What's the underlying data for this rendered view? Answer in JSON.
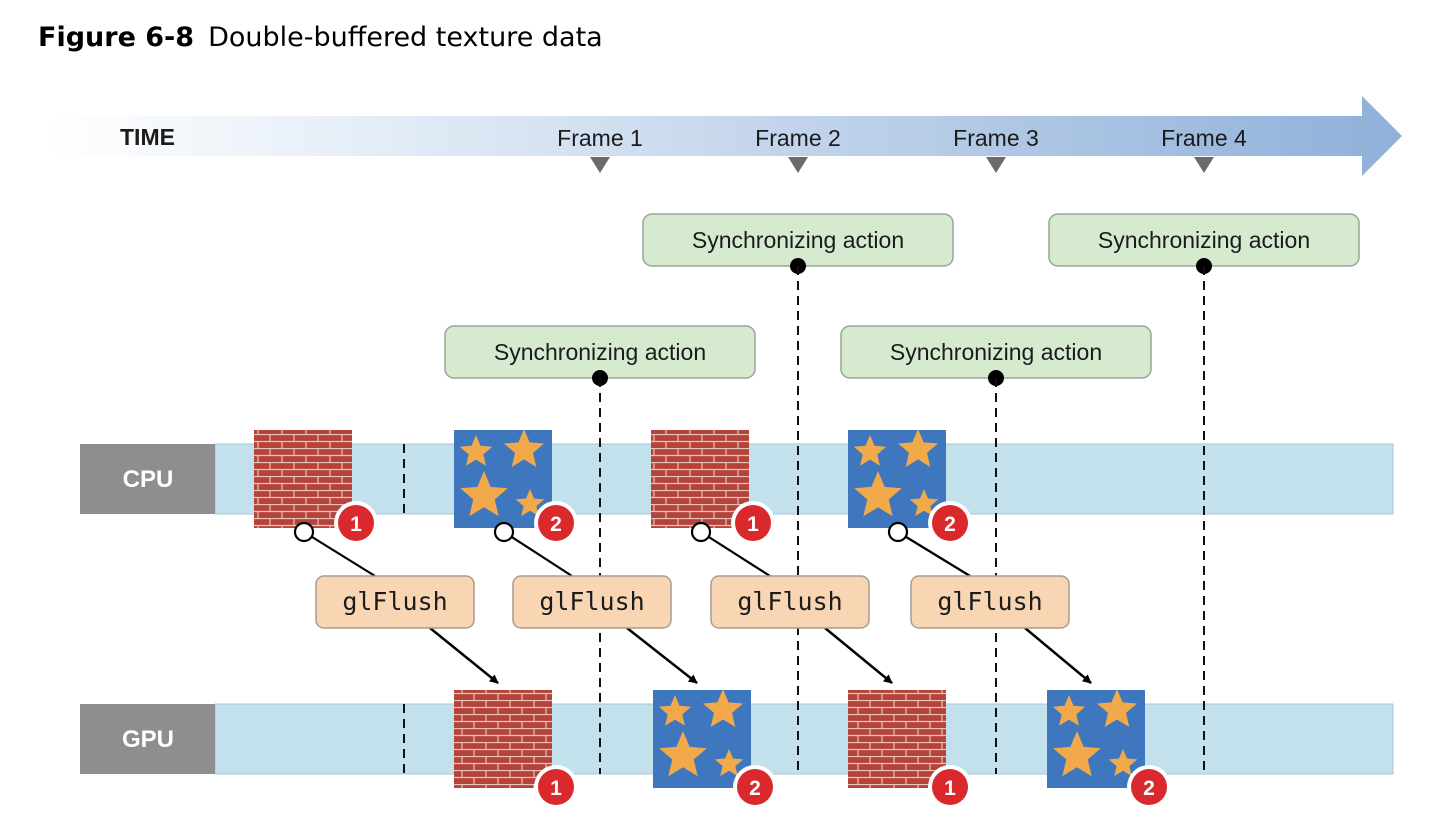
{
  "figure": {
    "number": "Figure 6-8",
    "title": "Double-buffered texture data"
  },
  "timeline": {
    "label": "TIME",
    "frames": [
      "Frame 1",
      "Frame 2",
      "Frame 3",
      "Frame 4"
    ]
  },
  "sync_label": "Synchronizing action",
  "tracks": {
    "cpu": "CPU",
    "gpu": "GPU"
  },
  "flush_label": "glFlush",
  "textures": [
    {
      "kind": "brick",
      "badge": "1"
    },
    {
      "kind": "stars",
      "badge": "2"
    },
    {
      "kind": "brick",
      "badge": "1"
    },
    {
      "kind": "stars",
      "badge": "2"
    }
  ],
  "colors": {
    "timeline_arrow": "#8fb0d9",
    "track_bar": "#c3e1ec",
    "track_label_bg": "#8e8e91",
    "sync_box": "#d6eacf",
    "flush_box": "#f8d6b4",
    "badge": "#d9292c",
    "brick": "#b5433b",
    "stars_bg": "#3f77bf",
    "star": "#f1a94a"
  }
}
